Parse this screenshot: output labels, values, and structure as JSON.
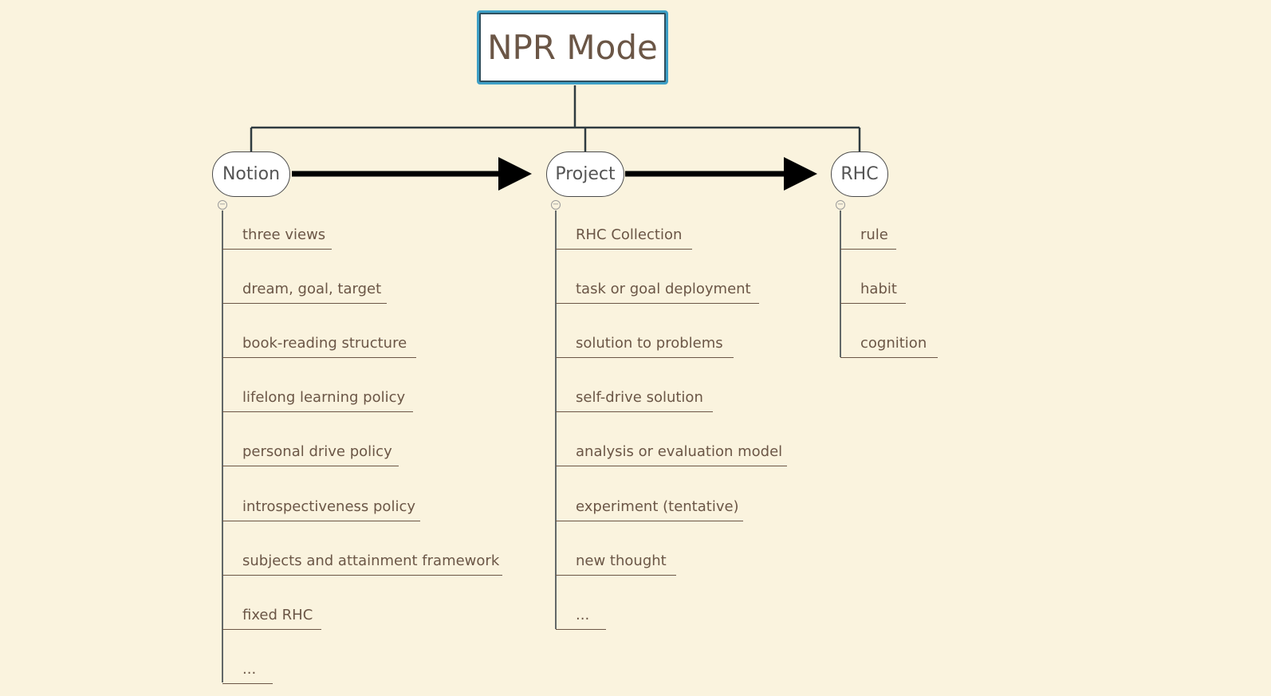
{
  "root": {
    "label": "NPR Mode"
  },
  "branches": [
    {
      "label": "Notion",
      "collapse_icon": "minus-circle-icon",
      "children": [
        "three views",
        "dream, goal, target",
        "book-reading structure",
        "lifelong learning policy",
        "personal drive policy",
        "introspectiveness policy",
        "subjects and attainment framework",
        "fixed RHC",
        "..."
      ]
    },
    {
      "label": "Project",
      "collapse_icon": "minus-circle-icon",
      "children": [
        "RHC Collection",
        "task or goal deployment",
        "solution to problems",
        "self-drive solution",
        "analysis or evaluation model",
        "experiment (tentative)",
        "new thought",
        "..."
      ]
    },
    {
      "label": "RHC",
      "collapse_icon": "minus-circle-icon",
      "children": [
        "rule",
        "habit",
        "cognition"
      ]
    }
  ],
  "relationships": [
    {
      "from": "Notion",
      "to": "Project",
      "icon": "arrow-right-icon"
    },
    {
      "from": "Project",
      "to": "RHC",
      "icon": "arrow-right-icon"
    }
  ],
  "colors": {
    "background": "#faf3de",
    "root_border": "#3d9fc6",
    "text": "#6b5646",
    "connector": "#2f3b40",
    "relationship_arrow": "#000000"
  }
}
